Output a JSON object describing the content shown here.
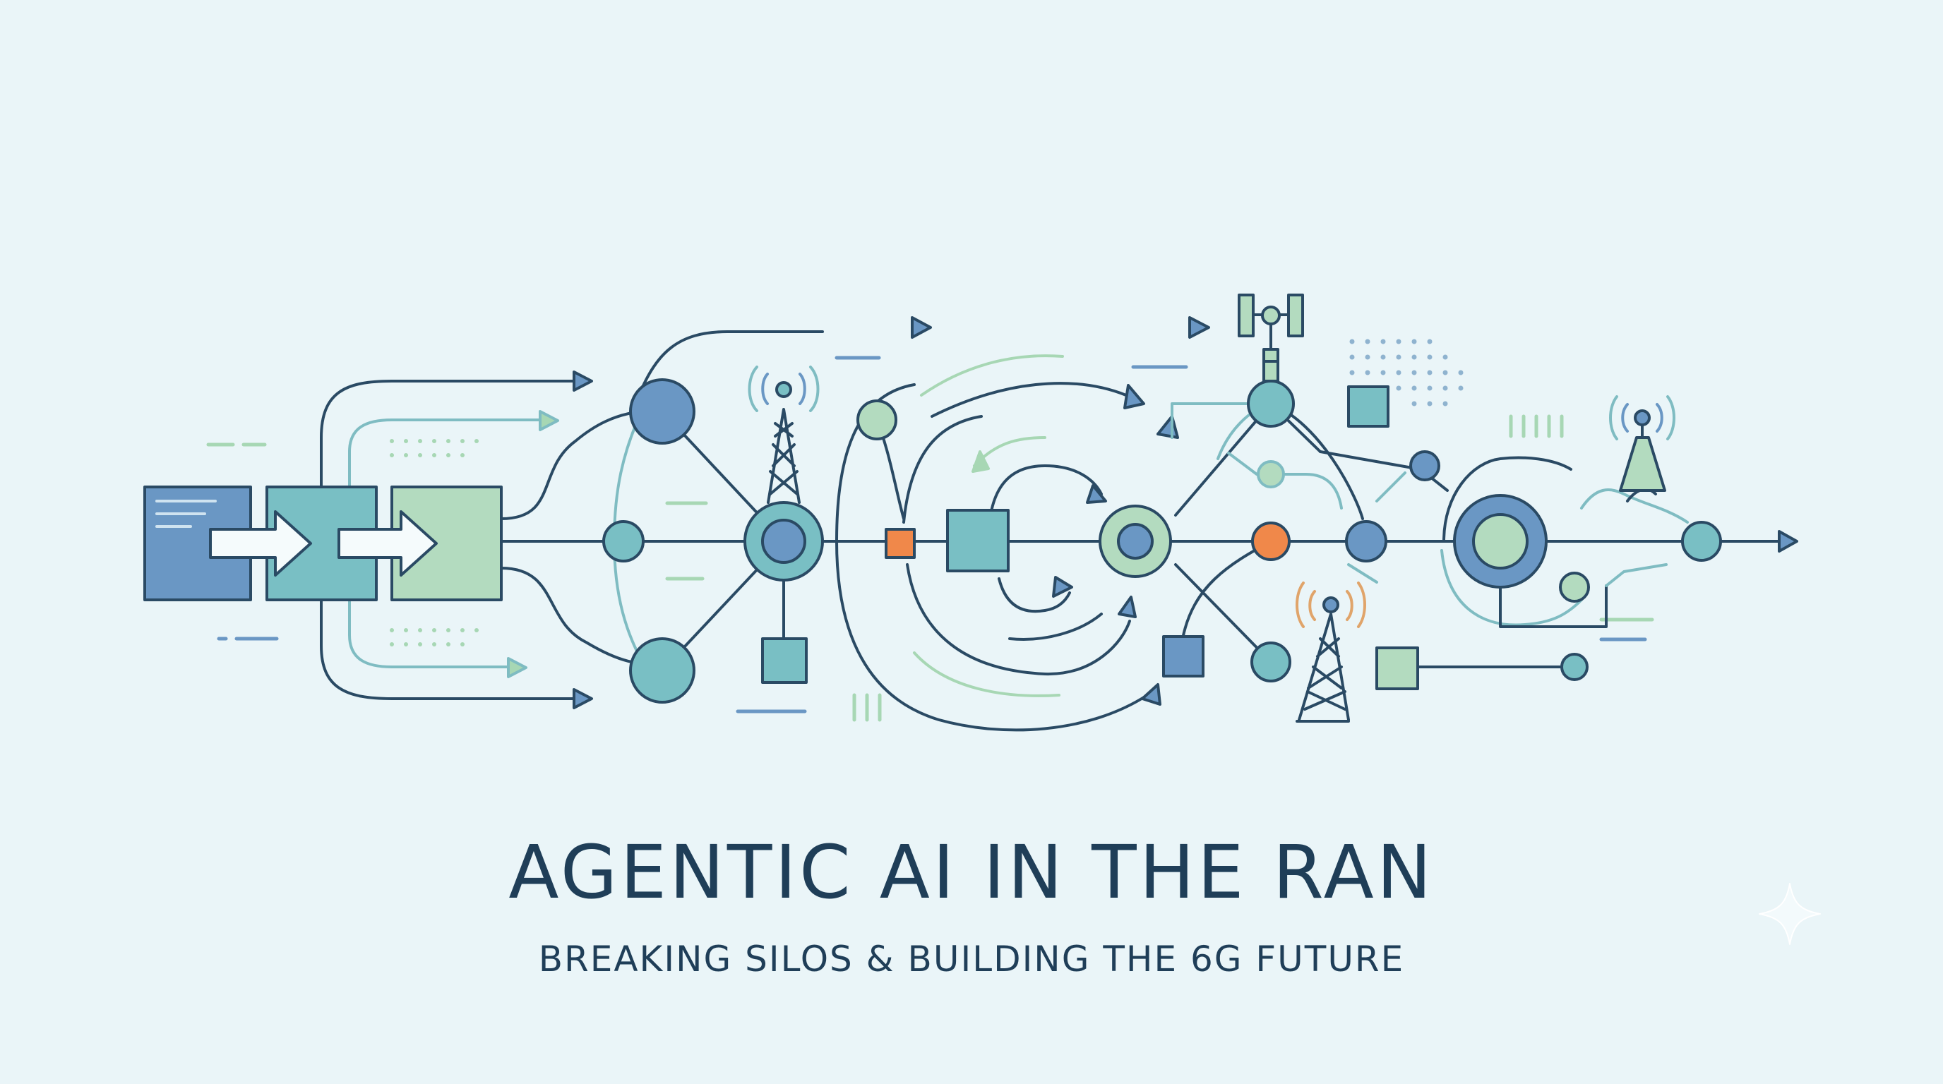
{
  "title": "AGENTIC AI IN THE RAN",
  "subtitle": "BREAKING SILOS & BUILDING THE 6G FUTURE",
  "colors": {
    "background": "#eaf5f8",
    "navy_line": "#2a4a64",
    "blue_fill": "#6a97c4",
    "teal_fill": "#79bfc4",
    "green_fill": "#b3dbbf",
    "light_teal_line": "#7fbcc2",
    "light_green_line": "#a7d7b4",
    "orange_accent": "#f0884a",
    "tan_signal": "#e0a46a",
    "title_text": "#1f3e58"
  },
  "icons": [
    "document-block",
    "process-arrow",
    "cell-tower",
    "antenna-signal",
    "network-node",
    "router-node",
    "arrowhead"
  ]
}
